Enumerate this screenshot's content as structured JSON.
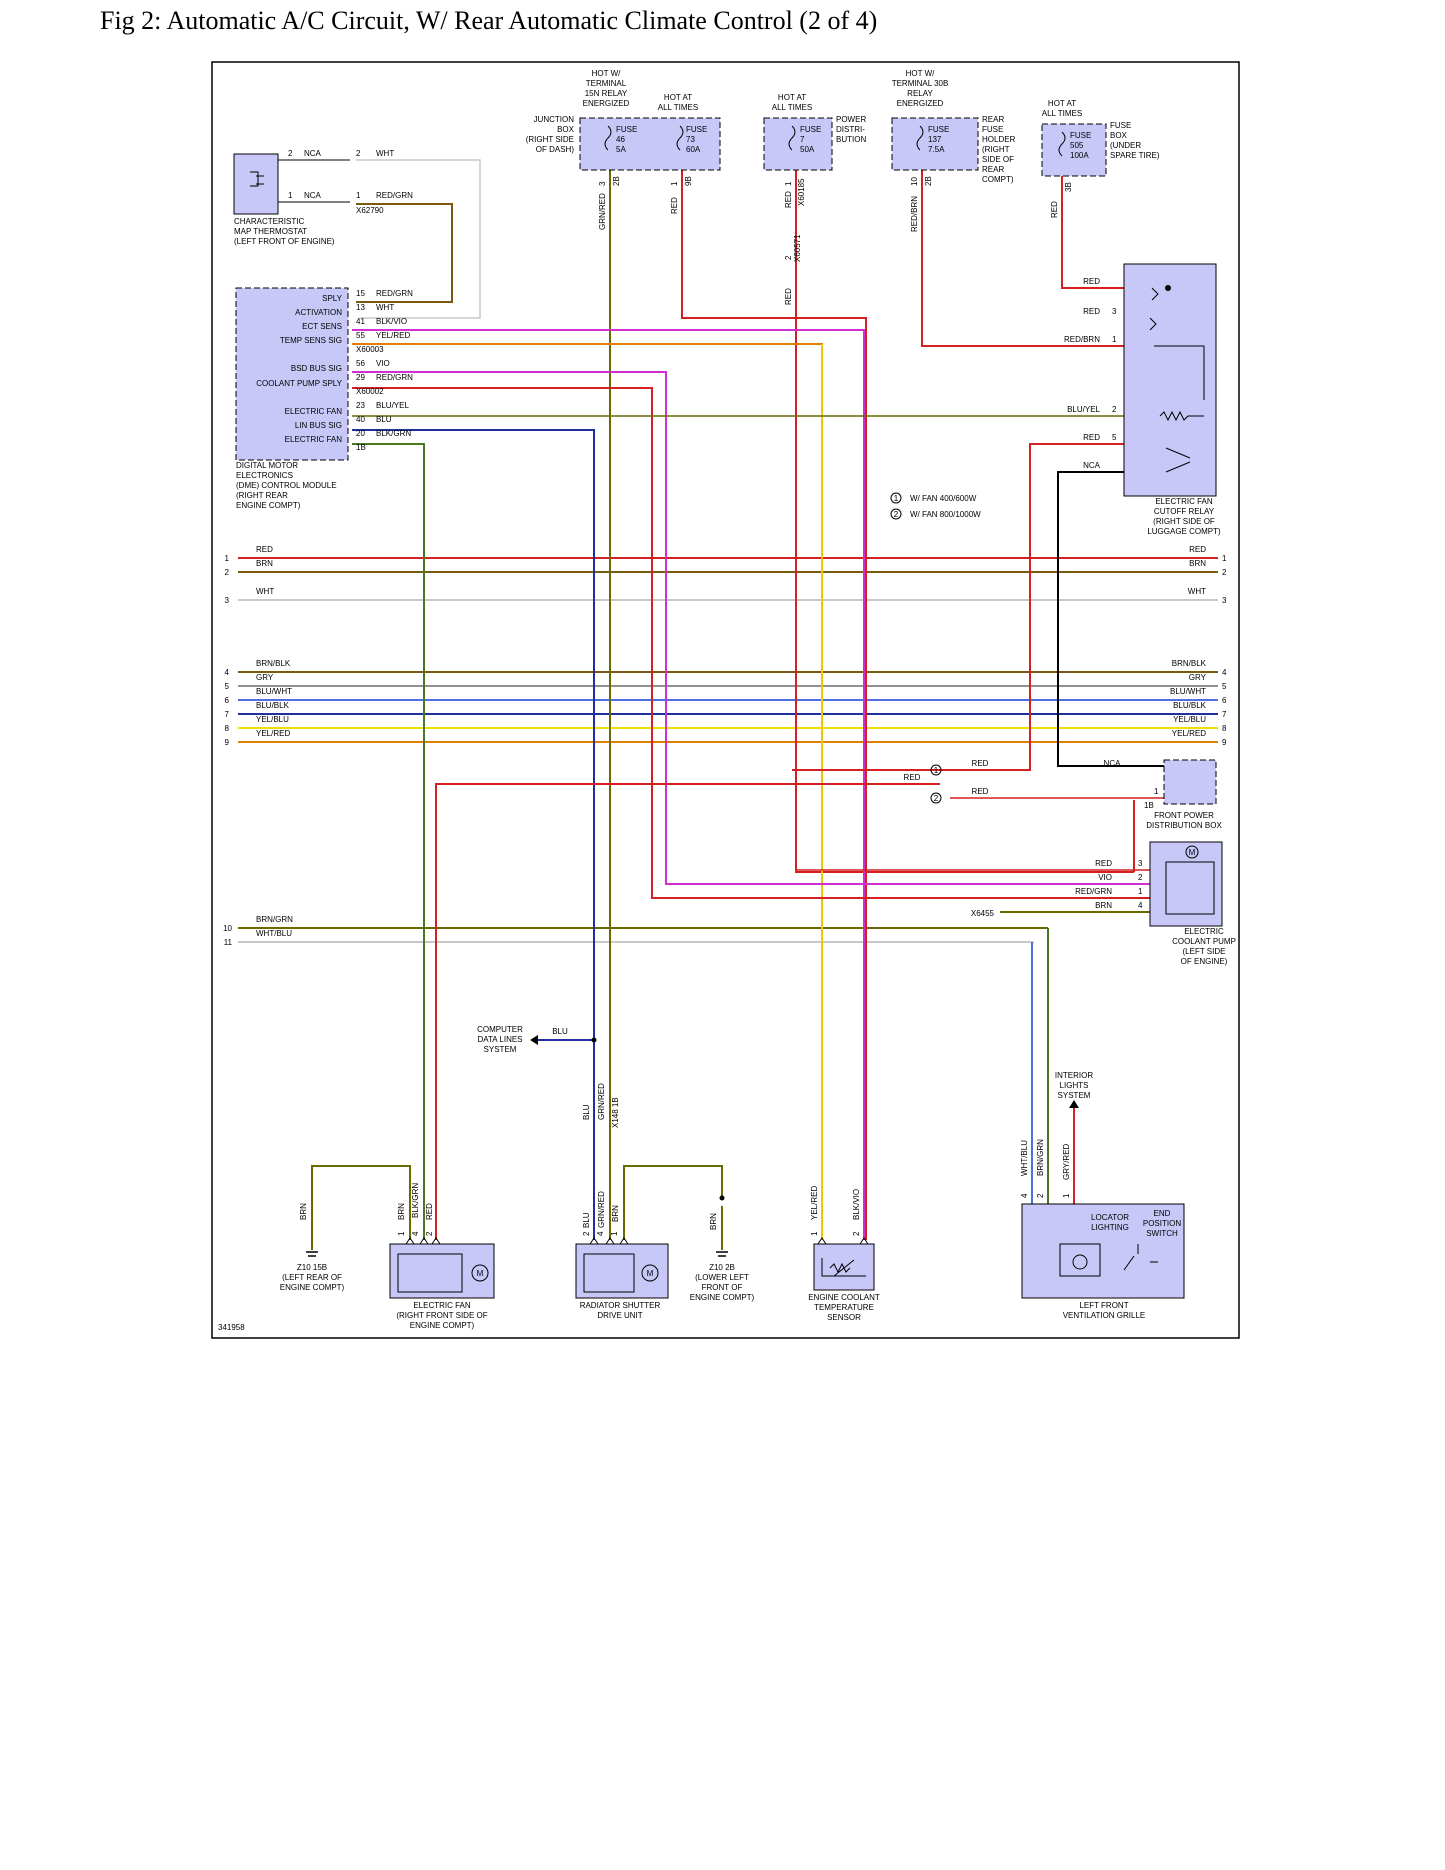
{
  "title": "Fig 2: Automatic A/C Circuit, W/ Rear Automatic Climate Control (2 of 4)",
  "figure_id": "341958",
  "colors": {
    "red": "#d42020",
    "brown": "#7a5a10",
    "green": "#4a7a20",
    "olive": "#6a6a00",
    "blue": "#2030a0",
    "violet": "#d030d0",
    "yellow": "#f0e000",
    "orange": "#e08000",
    "black": "#000000",
    "white": "#c8c8c8",
    "gray": "#909090",
    "light_blue": "#5070e0",
    "component_fill": "#c8c8f8"
  },
  "power_sources": [
    {
      "text": [
        "HOT W/",
        "TERMINAL",
        "15N RELAY",
        "ENERGIZED"
      ]
    },
    {
      "text": [
        "HOT AT",
        "ALL TIMES"
      ]
    },
    {
      "text": [
        "HOT AT",
        "ALL TIMES"
      ]
    },
    {
      "text": [
        "HOT W/",
        "TERMINAL 30B",
        "RELAY",
        "ENERGIZED"
      ]
    },
    {
      "text": [
        "HOT AT",
        "ALL TIMES"
      ]
    }
  ],
  "fuse_boxes": [
    {
      "label": [
        "JUNCTION",
        "BOX",
        "(RIGHT SIDE",
        "OF DASH)"
      ],
      "fuses": [
        [
          "FUSE",
          "46",
          "5A"
        ],
        [
          "FUSE",
          "73",
          "60A"
        ]
      ],
      "pins": [
        "3",
        "2B",
        "1",
        "9B"
      ]
    },
    {
      "label": [
        "POWER",
        "DISTRI-",
        "BUTION"
      ],
      "fuses": [
        [
          "FUSE",
          "7",
          "50A"
        ]
      ],
      "pins": [
        "1",
        "X60185"
      ]
    },
    {
      "label": [
        "REAR",
        "FUSE",
        "HOLDER",
        "(RIGHT",
        "SIDE OF",
        "REAR",
        "COMPT)"
      ],
      "fuses": [
        [
          "FUSE",
          "137",
          "7.5A"
        ]
      ],
      "pins": [
        "10",
        "2B"
      ]
    },
    {
      "label": [
        "FUSE",
        "BOX",
        "(UNDER",
        "SPARE TIRE)"
      ],
      "fuses": [
        [
          "FUSE",
          "505",
          "100A"
        ]
      ],
      "pins": [
        "3B"
      ]
    }
  ],
  "thermostat": {
    "label": [
      "CHARACTERISTIC",
      "MAP THERMOSTAT",
      "(LEFT FRONT OF ENGINE)"
    ],
    "pins": [
      {
        "pin": "2",
        "wire": "NCA",
        "pin2": "2",
        "wire2": "WHT"
      },
      {
        "pin": "1",
        "wire": "NCA",
        "pin2": "1",
        "wire2": "RED/GRN"
      }
    ],
    "connector": "X62790"
  },
  "dme": {
    "label": [
      "DIGITAL MOTOR",
      "ELECTRONICS",
      "(DME) CONTROL MODULE",
      "(RIGHT REAR",
      "ENGINE COMPT)"
    ],
    "signals": [
      "SPLY",
      "ACTIVATION",
      "ECT SENS",
      "TEMP SENS SIG",
      "BSD BUS SIG",
      "COOLANT PUMP SPLY",
      "ELECTRIC FAN",
      "LIN BUS SIG",
      "ELECTRIC FAN"
    ],
    "pins": [
      {
        "pin": "15",
        "wire": "RED/GRN"
      },
      {
        "pin": "13",
        "wire": "WHT"
      },
      {
        "pin": "41",
        "wire": "BLK/VIO"
      },
      {
        "pin": "55",
        "wire": "YEL/RED"
      },
      {
        "pin": "56",
        "wire": "VIO"
      },
      {
        "pin": "29",
        "wire": "RED/GRN"
      },
      {
        "pin": "23",
        "wire": "BLU/YEL"
      },
      {
        "pin": "40",
        "wire": "BLU"
      },
      {
        "pin": "20",
        "wire": "BLK/GRN"
      }
    ],
    "connectors": [
      "X60003",
      "X60002",
      "1B"
    ]
  },
  "relay": {
    "label": [
      "ELECTRIC FAN",
      "CUTOFF RELAY",
      "(RIGHT SIDE OF",
      "LUGGAGE COMPT)"
    ],
    "wires": [
      {
        "wire": "RED",
        "pin": ""
      },
      {
        "wire": "RED",
        "pin": "3"
      },
      {
        "wire": "RED/BRN",
        "pin": "1"
      },
      {
        "wire": "BLU/YEL",
        "pin": "2"
      },
      {
        "wire": "RED",
        "pin": "5"
      },
      {
        "wire": "NCA",
        "pin": ""
      }
    ]
  },
  "legend": [
    {
      "num": "1",
      "text": "W/ FAN 400/600W"
    },
    {
      "num": "2",
      "text": "W/ FAN 800/1000W"
    }
  ],
  "rails": [
    {
      "num": "1",
      "name": "RED",
      "color": "red"
    },
    {
      "num": "2",
      "name": "BRN",
      "color": "brown"
    },
    {
      "num": "3",
      "name": "WHT",
      "color": "white"
    },
    {
      "num": "4",
      "name": "BRN/BLK",
      "color": "brown"
    },
    {
      "num": "5",
      "name": "GRY",
      "color": "gray"
    },
    {
      "num": "6",
      "name": "BLU/WHT",
      "color": "light_blue"
    },
    {
      "num": "7",
      "name": "BLU/BLK",
      "color": "blue"
    },
    {
      "num": "8",
      "name": "YEL/BLU",
      "color": "yellow"
    },
    {
      "num": "9",
      "name": "YEL/RED",
      "color": "orange"
    }
  ],
  "left_rails": [
    {
      "num": "10",
      "name": "BRN/GRN"
    },
    {
      "num": "11",
      "name": "WHT/BLU"
    }
  ],
  "front_power_box": {
    "label": [
      "FRONT POWER",
      "DISTRIBUTION BOX"
    ],
    "wires": [
      "RED",
      "RED",
      "RED",
      "NCA"
    ],
    "pins": [
      "1",
      "1B"
    ]
  },
  "coolant_pump": {
    "label": [
      "ELECTRIC",
      "COOLANT PUMP",
      "(LEFT SIDE",
      "OF ENGINE)"
    ],
    "pins": [
      {
        "wire": "RED",
        "pin": "3"
      },
      {
        "wire": "VIO",
        "pin": "2"
      },
      {
        "wire": "RED/GRN",
        "pin": "1"
      },
      {
        "wire": "BRN",
        "pin": "4"
      }
    ],
    "ground": "X6455"
  },
  "data_lines": {
    "text": [
      "COMPUTER",
      "DATA LINES",
      "SYSTEM"
    ],
    "wire": "BLU"
  },
  "interior_lights": {
    "text": [
      "INTERIOR",
      "LIGHTS",
      "SYSTEM"
    ]
  },
  "vertical_labels": {
    "grn_red": "GRN/RED",
    "red": "RED",
    "red_brn": "RED/BRN",
    "x60571": "X60571",
    "pin_2": "2",
    "blu": "BLU",
    "x148": "X148 1B",
    "brn": "BRN",
    "blk_grn": "BLK/GRN",
    "yel_red": "YEL/RED",
    "blk_vio": "BLK/VIO",
    "wht_blu": "WHT/BLU",
    "brn_grn": "BRN/GRN",
    "gry_red": "GRY/RED"
  },
  "bottom_components": [
    {
      "id": "ground-z10-15b",
      "label": [
        "Z10 15B",
        "(LEFT REAR OF",
        "ENGINE COMPT)"
      ]
    },
    {
      "id": "electric-fan",
      "label": [
        "ELECTRIC FAN",
        "(RIGHT FRONT SIDE OF",
        "ENGINE COMPT)"
      ],
      "pins": [
        "1",
        "4",
        "2"
      ]
    },
    {
      "id": "radiator-shutter",
      "label": [
        "RADIATOR SHUTTER",
        "DRIVE UNIT"
      ],
      "pins": [
        "2",
        "4",
        "1"
      ]
    },
    {
      "id": "ground-z10-2b",
      "label": [
        "Z10 2B",
        "(LOWER LEFT",
        "FRONT OF",
        "ENGINE COMPT)"
      ]
    },
    {
      "id": "ect-sensor",
      "label": [
        "ENGINE COOLANT",
        "TEMPERATURE",
        "SENSOR"
      ],
      "pins": [
        "1",
        "2"
      ]
    },
    {
      "id": "ventilation-grille",
      "label": [
        "LEFT FRONT",
        "VENTILATION GRILLE"
      ],
      "pins": [
        "4",
        "2",
        "1"
      ],
      "sub": [
        "LOCATOR",
        "LIGHTING"
      ],
      "sub2": [
        "END",
        "POSITION",
        "SWITCH"
      ]
    }
  ]
}
